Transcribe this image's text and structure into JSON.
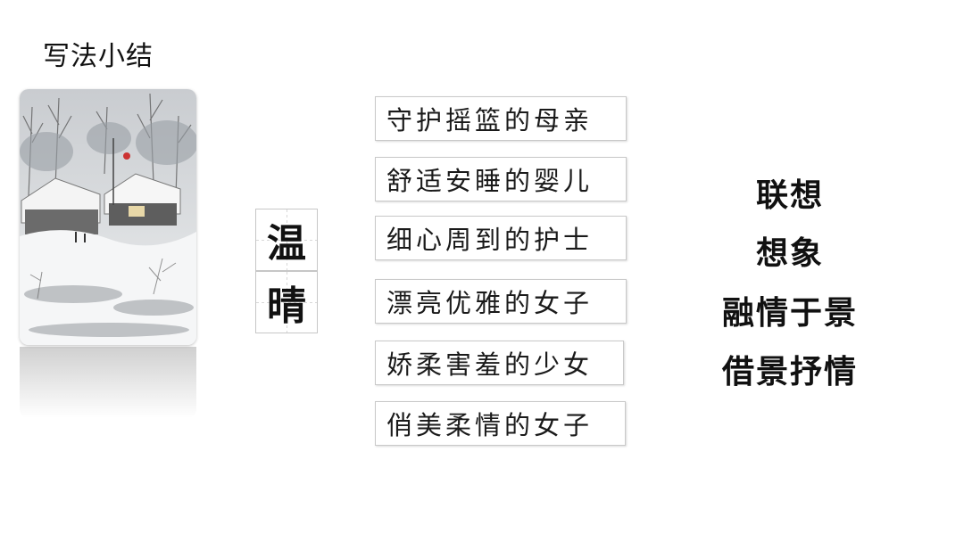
{
  "title": "写法小结",
  "painting": {
    "subject": "snow-village-painting"
  },
  "characters": [
    "温",
    "晴"
  ],
  "phrases": [
    "守护摇篮的母亲",
    "舒适安睡的婴儿",
    "细心周到的护士",
    "漂亮优雅的女子",
    "娇柔害羞的少女",
    "俏美柔情的女子"
  ],
  "summary": [
    "联想",
    "想象",
    "融情于景",
    "借景抒情"
  ]
}
